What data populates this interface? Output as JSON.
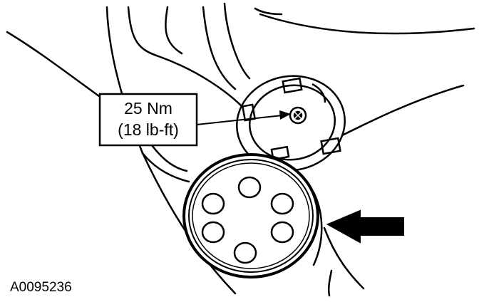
{
  "callout": {
    "torque_nm": "25 Nm",
    "torque_lbft": "(18 lb-ft)"
  },
  "figure_id": "A0095236",
  "colors": {
    "line": "#000000",
    "background": "#ffffff"
  }
}
